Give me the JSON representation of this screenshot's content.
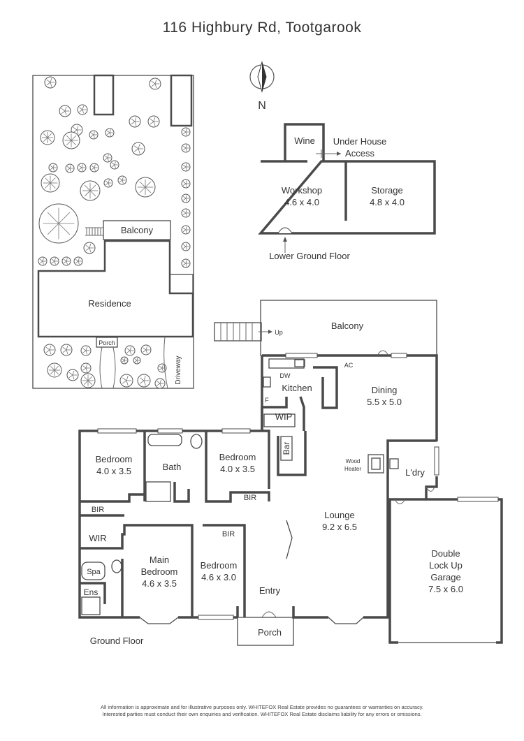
{
  "title": "116 Highbury Rd, Tootgarook",
  "compass": {
    "label": "N",
    "icon": "north-arrow-icon"
  },
  "site_plan": {
    "balcony": "Balcony",
    "residence": "Residence",
    "porch": "Porch",
    "driveway": "Driveway"
  },
  "lower_ground": {
    "wine": "Wine",
    "access_line1": "Under House",
    "access_line2": "Access",
    "workshop": {
      "name": "Workshop",
      "dims": "4.6 x 4.0"
    },
    "storage": {
      "name": "Storage",
      "dims": "4.8 x 4.0"
    },
    "floor_label": "Lower Ground Floor"
  },
  "ground": {
    "balcony": "Balcony",
    "up": "Up",
    "dw": "DW",
    "ac": "AC",
    "f": "F",
    "kitchen": "Kitchen",
    "wip": "WIP",
    "dining": {
      "name": "Dining",
      "dims": "5.5 x 5.0"
    },
    "bar": "Bar",
    "wood_heater_1": "Wood",
    "wood_heater_2": "Heater",
    "laundry": "L'dry",
    "bed_left": {
      "name": "Bedroom",
      "dims": "4.0 x 3.5"
    },
    "bath": "Bath",
    "bed_mid": {
      "name": "Bedroom",
      "dims": "4.0 x 3.5"
    },
    "bir_left": "BIR",
    "bir_mid": "BIR",
    "bir_small": "BIR",
    "wir": "WIR",
    "lounge": {
      "name": "Lounge",
      "dims": "9.2 x 6.5"
    },
    "main_bed": {
      "line1": "Main",
      "line2": "Bedroom",
      "dims": "4.6 x 3.5"
    },
    "bed_small": {
      "name": "Bedroom",
      "dims": "4.6 x 3.0"
    },
    "spa": "Spa",
    "ens": "Ens",
    "entry": "Entry",
    "porch": "Porch",
    "garage": {
      "line1": "Double",
      "line2": "Lock Up",
      "line3": "Garage",
      "dims": "7.5 x 6.0"
    },
    "floor_label": "Ground Floor"
  },
  "disclaimer": {
    "line1": "All information is approximate and for illustrative purposes only. WHITEFOX Real Estate provides no guarantees or warranties on accuracy.",
    "line2": "Interested parties must conduct their own enquiries and verification. WHITEFOX Real Estate disclaims liability for any errors or omissions."
  }
}
